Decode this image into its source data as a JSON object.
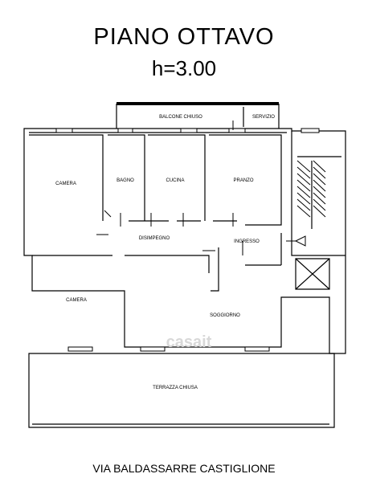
{
  "plan": {
    "title": "PIANO OTTAVO",
    "height_label": "h=3.00",
    "street": "VIA BALDASSARRE CASTIGLIONE"
  },
  "rooms": {
    "balcone": "BALCONE CHIUSO",
    "servizio": "SERVIZIO",
    "camera_top": "CAMERA",
    "bagno": "BAGNO",
    "cucina": "CUCINA",
    "pranzo": "PRANZO",
    "disimpegno": "DISIMPEGNO",
    "ingresso": "INGRESSO",
    "camera_bottom": "CAMERA",
    "soggiorno": "SOGGIORNO",
    "terrazza": "TERRAZZA CHIUSA"
  },
  "watermark": "casait"
}
